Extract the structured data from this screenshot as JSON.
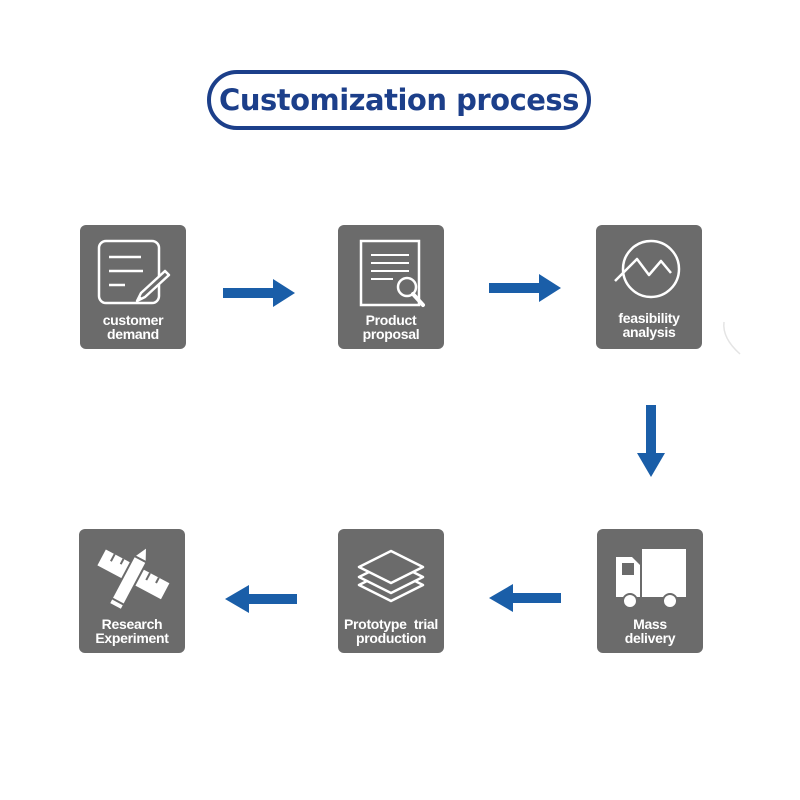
{
  "title": "Customization process",
  "colors": {
    "title": "#1c3f8a",
    "box": "#6b6b6b",
    "arrow": "#1a5ea8",
    "icon_stroke": "#ffffff"
  },
  "steps": [
    {
      "id": 1,
      "icon": "document-pencil-icon",
      "label_line1": "customer",
      "label_line2": "demand"
    },
    {
      "id": 2,
      "icon": "document-magnifier-icon",
      "label_line1": "Product",
      "label_line2": "proposal"
    },
    {
      "id": 3,
      "icon": "line-chart-circle-icon",
      "label_line1": "feasibility",
      "label_line2": "analysis"
    },
    {
      "id": 4,
      "icon": "truck-icon",
      "label_line1": "Mass",
      "label_line2": "delivery"
    },
    {
      "id": 5,
      "icon": "layers-icon",
      "label_line1": "Prototype  trial",
      "label_line2": "production"
    },
    {
      "id": 6,
      "icon": "ruler-pencil-icon",
      "label_line1": "Research",
      "label_line2": "Experiment"
    }
  ],
  "arrows": [
    {
      "from": 1,
      "to": 2,
      "direction": "right"
    },
    {
      "from": 2,
      "to": 3,
      "direction": "right"
    },
    {
      "from": 3,
      "to": 4,
      "direction": "down"
    },
    {
      "from": 4,
      "to": 5,
      "direction": "left"
    },
    {
      "from": 5,
      "to": 6,
      "direction": "left"
    }
  ]
}
